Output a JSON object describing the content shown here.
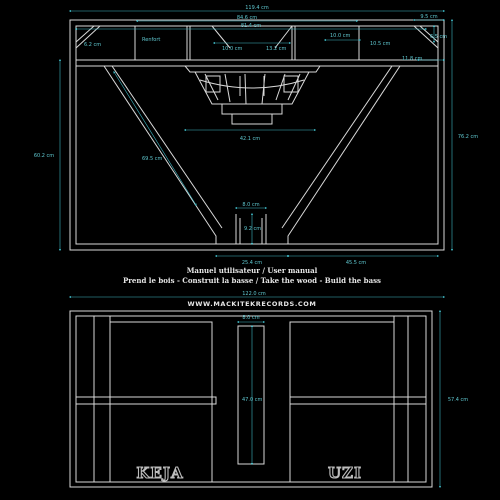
{
  "dimensions_top": {
    "overall_width": "119.4 cm",
    "inner_width": "84.6 cm",
    "reinfort_width": "81.4 cm",
    "side_gap_right": "9.5 cm",
    "corner_left": "6.2 cm",
    "reinfort_label": "Renfort",
    "brace_left": "10.0 cm",
    "brace_mid": "13.2 cm",
    "brace_right": "10.0 cm",
    "brace_right_inner": "10.5 cm",
    "right_top_small": "6.5 cm",
    "right_ledge": "11.8 cm",
    "speaker_width": "42.1 cm",
    "overall_height": "76.2 cm",
    "left_height": "60.2 cm",
    "diagonal": "69.5 cm",
    "port_width": "8.0 cm",
    "port_depth": "9.2 cm",
    "bottom_center": "25.4 cm",
    "bottom_right": "45.5 cm"
  },
  "captions": {
    "line1": "Manuel utilisateur / User manual",
    "line2": "Prend le bois - Construit la basse / Take the wood - Build the bass",
    "website": "WWW.MACKITEKRECORDS.COM"
  },
  "dimensions_bottom": {
    "overall_width": "122.0 cm",
    "port_width": "8.0 cm",
    "port_length": "47.0 cm",
    "overall_depth": "57.4 cm"
  },
  "labels": {
    "model_left": "KEJA",
    "model_right": "UZI"
  }
}
